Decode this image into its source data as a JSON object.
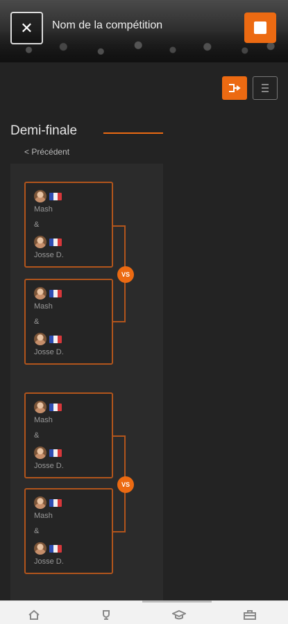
{
  "header": {
    "close_icon": "close-icon",
    "competition_name": "Nom de la compétition",
    "action_icon": "square-icon"
  },
  "view_toggle": {
    "bracket_icon": "bracket-icon",
    "list_icon": "list-icon",
    "active": "bracket"
  },
  "round": {
    "title": "Demi-finale",
    "prev_label": "< Précédent"
  },
  "matches": [
    {
      "p1": "Mash",
      "amp": "&",
      "p2": "Josse D."
    },
    {
      "p1": "Mash",
      "amp": "&",
      "p2": "Josse D."
    },
    {
      "p1": "Mash",
      "amp": "&",
      "p2": "Josse D."
    },
    {
      "p1": "Mash",
      "amp": "&",
      "p2": "Josse D."
    }
  ],
  "badges": [
    "VS",
    "VS"
  ],
  "bottom_nav": [
    {
      "icon": "home-icon"
    },
    {
      "icon": "trophy-icon"
    },
    {
      "icon": "graduation-cap-icon"
    },
    {
      "icon": "briefcase-icon"
    }
  ],
  "colors": {
    "accent": "#ec6a12",
    "border": "#b2551c",
    "background": "#232323"
  }
}
